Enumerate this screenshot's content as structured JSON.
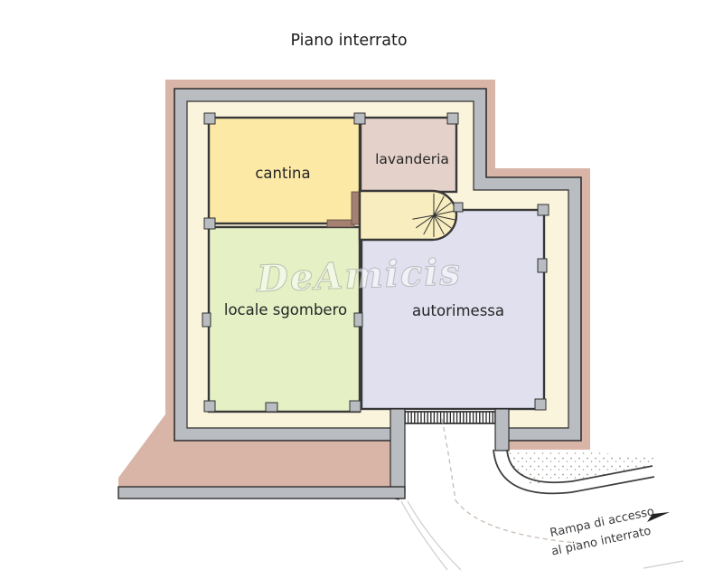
{
  "title": "Piano interrato",
  "watermark": "DeAmicis",
  "rooms": {
    "cantina": {
      "label": "cantina",
      "color": "#fce9a6"
    },
    "lavanderia": {
      "label": "lavanderia",
      "color": "#e4d1ca"
    },
    "locale_sgombero": {
      "label": "locale sgombero",
      "color": "#e5f0c5"
    },
    "autorimessa": {
      "label": "autorimessa",
      "color": "#e0e0ef"
    }
  },
  "annotations": {
    "ramp_line1": "Rampa di accesso",
    "ramp_line2": "al piano interrato"
  },
  "colors": {
    "wall_fill": "#d9b5a8",
    "wall_core": "#b9bcc0",
    "interior": "#fbf4dd",
    "outline": "#2f2f2f",
    "stair_fill": "#f8edbe",
    "door_brown": "#a3806f"
  }
}
